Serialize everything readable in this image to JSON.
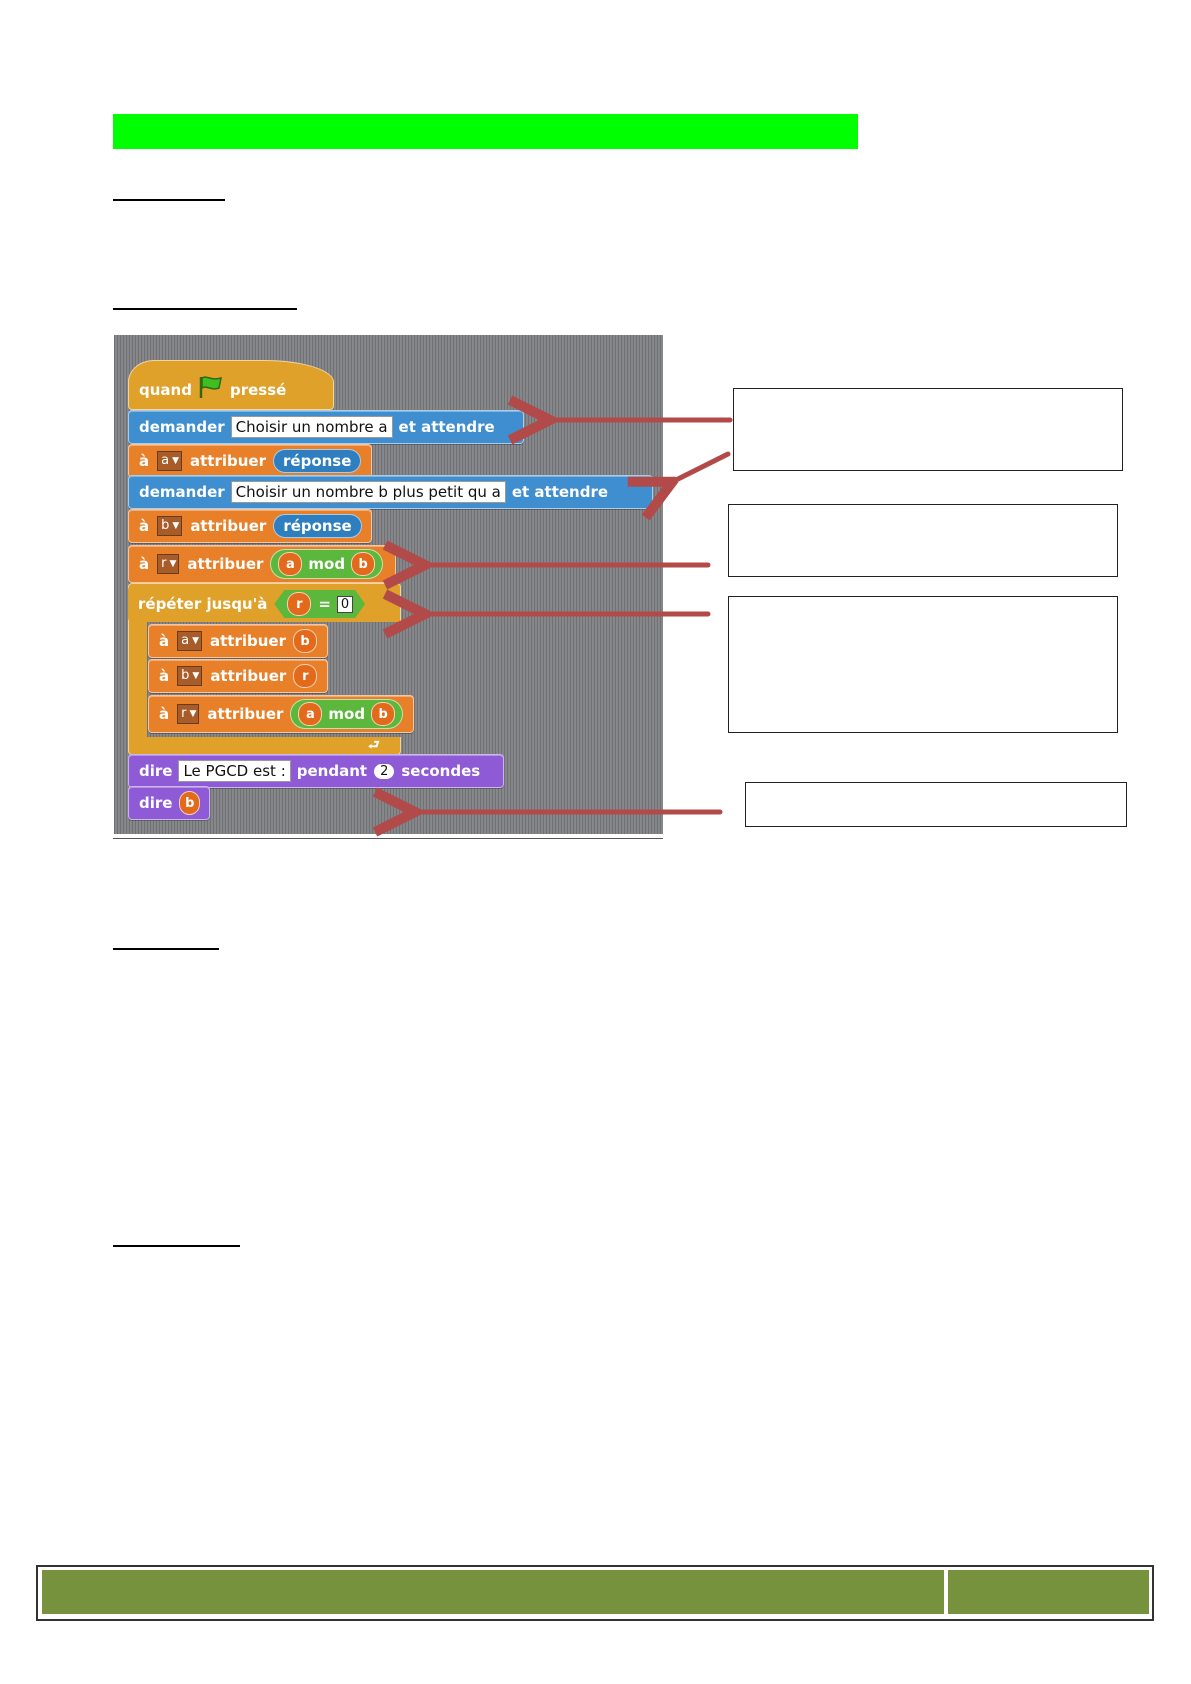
{
  "scratch": {
    "hat": {
      "before": "quand",
      "after": "pressé",
      "icon": "green-flag-icon"
    },
    "ask_a": {
      "kw1": "demander",
      "text": "Choisir un nombre a",
      "kw2": "et attendre"
    },
    "set_a": {
      "kw1": "à",
      "var": "a",
      "kw2": "attribuer",
      "val": "réponse"
    },
    "ask_b": {
      "kw1": "demander",
      "text": "Choisir un nombre b plus petit qu a",
      "kw2": "et attendre"
    },
    "set_b": {
      "kw1": "à",
      "var": "b",
      "kw2": "attribuer",
      "val": "réponse"
    },
    "set_r": {
      "kw1": "à",
      "var": "r",
      "kw2": "attribuer",
      "left": "a",
      "op": "mod",
      "right": "b"
    },
    "repeat": {
      "kw": "répéter jusqu'à",
      "left": "r",
      "op": "=",
      "right": "0"
    },
    "loop_a": {
      "kw1": "à",
      "var": "a",
      "kw2": "attribuer",
      "val": "b"
    },
    "loop_b": {
      "kw1": "à",
      "var": "b",
      "kw2": "attribuer",
      "val": "r"
    },
    "loop_r": {
      "kw1": "à",
      "var": "r",
      "kw2": "attribuer",
      "left": "a",
      "op": "mod",
      "right": "b"
    },
    "say1": {
      "kw1": "dire",
      "text": "Le PGCD est :",
      "kw2": "pendant",
      "num": "2",
      "kw3": "secondes"
    },
    "say2": {
      "kw1": "dire",
      "var": "b"
    }
  },
  "colors": {
    "title_bar": "#00ff00",
    "footer": "#76923c",
    "arrow": "#b34a4a",
    "motion_blue": "#3f8ecf",
    "variable_orange": "#e8802a",
    "control_gold": "#e0a12a",
    "looks_purple": "#8f5ad6",
    "operator_green": "#5cb83d"
  }
}
